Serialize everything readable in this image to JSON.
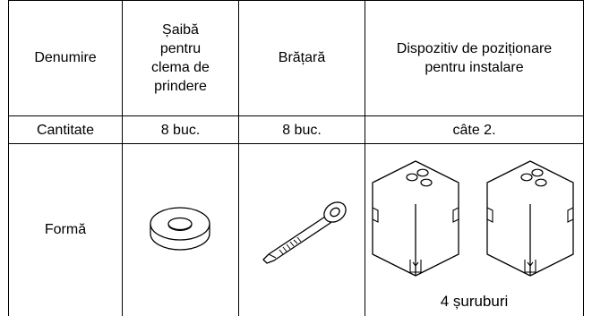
{
  "table": {
    "headers": {
      "row_label": "Denumire",
      "col1": [
        "Șaibă",
        "pentru",
        "clema de",
        "prindere"
      ],
      "col2": "Brățară",
      "col3": [
        "Dispozitiv de poziționare",
        "pentru instalare"
      ]
    },
    "quantity_row": {
      "label": "Cantitate",
      "col1": "8 buc.",
      "col2": "8 buc.",
      "col3": "câte 2."
    },
    "shape_row": {
      "label": "Formă",
      "col1_icon": "washer-icon",
      "col2_icon": "cable-tie-icon",
      "col3_icon": "positioning-block-icon",
      "col3_caption": "4 șuruburi"
    }
  }
}
